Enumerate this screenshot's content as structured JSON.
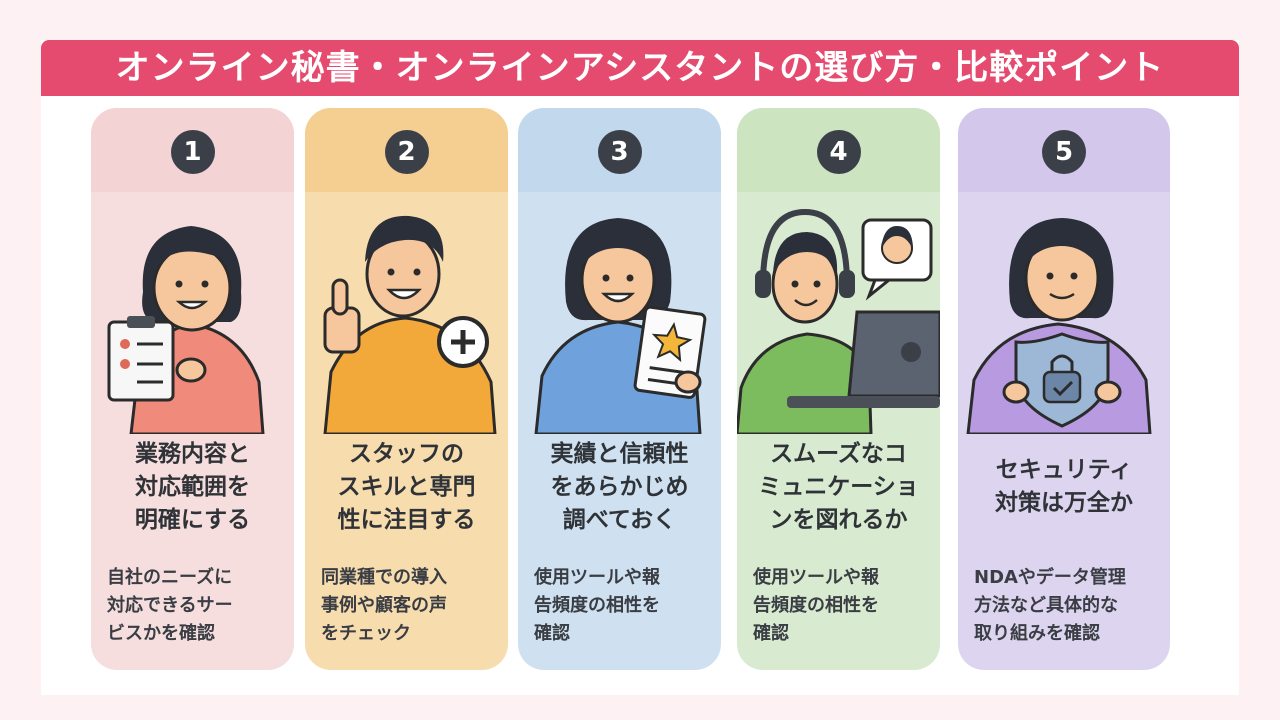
{
  "title": "オンライン秘書・オンラインアシスタントの選び方・比較ポイント",
  "colors": {
    "title_bar": "#e54b6f",
    "card_1": "#f6dede",
    "card_2": "#f7dcae",
    "card_3": "#cfe1f0",
    "card_4": "#d8ead0",
    "card_5": "#ddd5f0",
    "number_circle": "#3b4048"
  },
  "cards": [
    {
      "number": "1",
      "heading": "業務内容と\n対応範囲を\n明確にする",
      "description": "自社のニーズに\n対応できるサー\nビスかを確認",
      "icon": "person-with-checklist-icon"
    },
    {
      "number": "2",
      "heading": "スタッフの\nスキルと専門\n性に注目する",
      "description": "同業種での導入\n事例や顧客の声\nをチェック",
      "icon": "person-thumbs-up-plus-icon"
    },
    {
      "number": "3",
      "heading": "実績と信頼性\nをあらかじめ\n調べておく",
      "description": "使用ツールや報\n告頻度の相性を\n確認",
      "icon": "person-with-star-certificate-icon"
    },
    {
      "number": "4",
      "heading": "スムーズなコ\nミュニケーショ\nンを図れるか",
      "description": "使用ツールや報\n告頻度の相性を\n確認",
      "icon": "person-headset-laptop-icon"
    },
    {
      "number": "5",
      "heading": "セキュリティ\n対策は万全か",
      "description": "NDAやデータ管理\n方法など具体的な\n取り組みを確認",
      "icon": "person-with-lock-shield-icon"
    }
  ]
}
